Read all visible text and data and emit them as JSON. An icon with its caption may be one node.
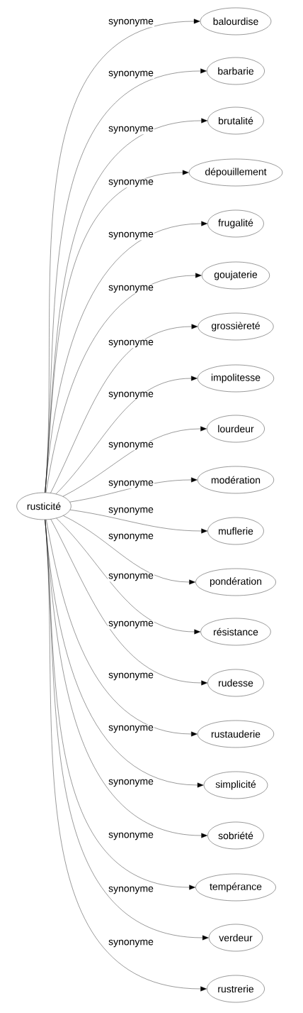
{
  "diagram": {
    "nodes": [
      {
        "text": [
          "rusticité"
        ]
      },
      {
        "text": [
          "balourdise"
        ]
      },
      {
        "text": [
          "barbarie"
        ]
      },
      {
        "text": [
          "brutalité"
        ]
      },
      {
        "text": [
          "dépouillement"
        ]
      },
      {
        "text": [
          "frugalité"
        ]
      },
      {
        "text": [
          "goujaterie"
        ]
      },
      {
        "text": [
          "grossièreté"
        ]
      },
      {
        "text": [
          "impolitesse"
        ]
      },
      {
        "text": [
          "lourdeur"
        ]
      },
      {
        "text": [
          "modération"
        ]
      },
      {
        "text": [
          "muflerie"
        ]
      },
      {
        "text": [
          "pondération"
        ]
      },
      {
        "text": [
          "résistance"
        ]
      },
      {
        "text": [
          "rudesse"
        ]
      },
      {
        "text": [
          "rustauderie"
        ]
      },
      {
        "text": [
          "simplicité"
        ]
      },
      {
        "text": [
          "sobriété"
        ]
      },
      {
        "text": [
          "tempérance"
        ]
      },
      {
        "text": [
          "verdeur"
        ]
      },
      {
        "text": [
          "rustrerie"
        ]
      }
    ],
    "edges": [
      {
        "from": 0,
        "to": 1,
        "arrow": "to",
        "label": "synonyme"
      },
      {
        "from": 0,
        "to": 2,
        "arrow": "to",
        "label": "synonyme"
      },
      {
        "from": 0,
        "to": 3,
        "arrow": "to",
        "label": "synonyme"
      },
      {
        "from": 0,
        "to": 4,
        "arrow": "to",
        "label": "synonyme"
      },
      {
        "from": 0,
        "to": 5,
        "arrow": "to",
        "label": "synonyme"
      },
      {
        "from": 0,
        "to": 6,
        "arrow": "to",
        "label": "synonyme"
      },
      {
        "from": 0,
        "to": 7,
        "arrow": "to",
        "label": "synonyme"
      },
      {
        "from": 0,
        "to": 8,
        "arrow": "to",
        "label": "synonyme"
      },
      {
        "from": 0,
        "to": 9,
        "arrow": "to",
        "label": "synonyme"
      },
      {
        "from": 0,
        "to": 10,
        "arrow": "to",
        "label": "synonyme"
      },
      {
        "from": 0,
        "to": 11,
        "arrow": "to",
        "label": "synonyme"
      },
      {
        "from": 0,
        "to": 12,
        "arrow": "to",
        "label": "synonyme"
      },
      {
        "from": 0,
        "to": 13,
        "arrow": "to",
        "label": "synonyme"
      },
      {
        "from": 0,
        "to": 14,
        "arrow": "to",
        "label": "synonyme"
      },
      {
        "from": 0,
        "to": 15,
        "arrow": "to",
        "label": "synonyme"
      },
      {
        "from": 0,
        "to": 16,
        "arrow": "to",
        "label": "synonyme"
      },
      {
        "from": 0,
        "to": 17,
        "arrow": "to",
        "label": "synonyme"
      },
      {
        "from": 0,
        "to": 18,
        "arrow": "to",
        "label": "synonyme"
      },
      {
        "from": 0,
        "to": 19,
        "arrow": "to",
        "label": "synonyme"
      },
      {
        "from": 0,
        "to": 20,
        "arrow": "to",
        "label": "synonyme"
      }
    ]
  }
}
